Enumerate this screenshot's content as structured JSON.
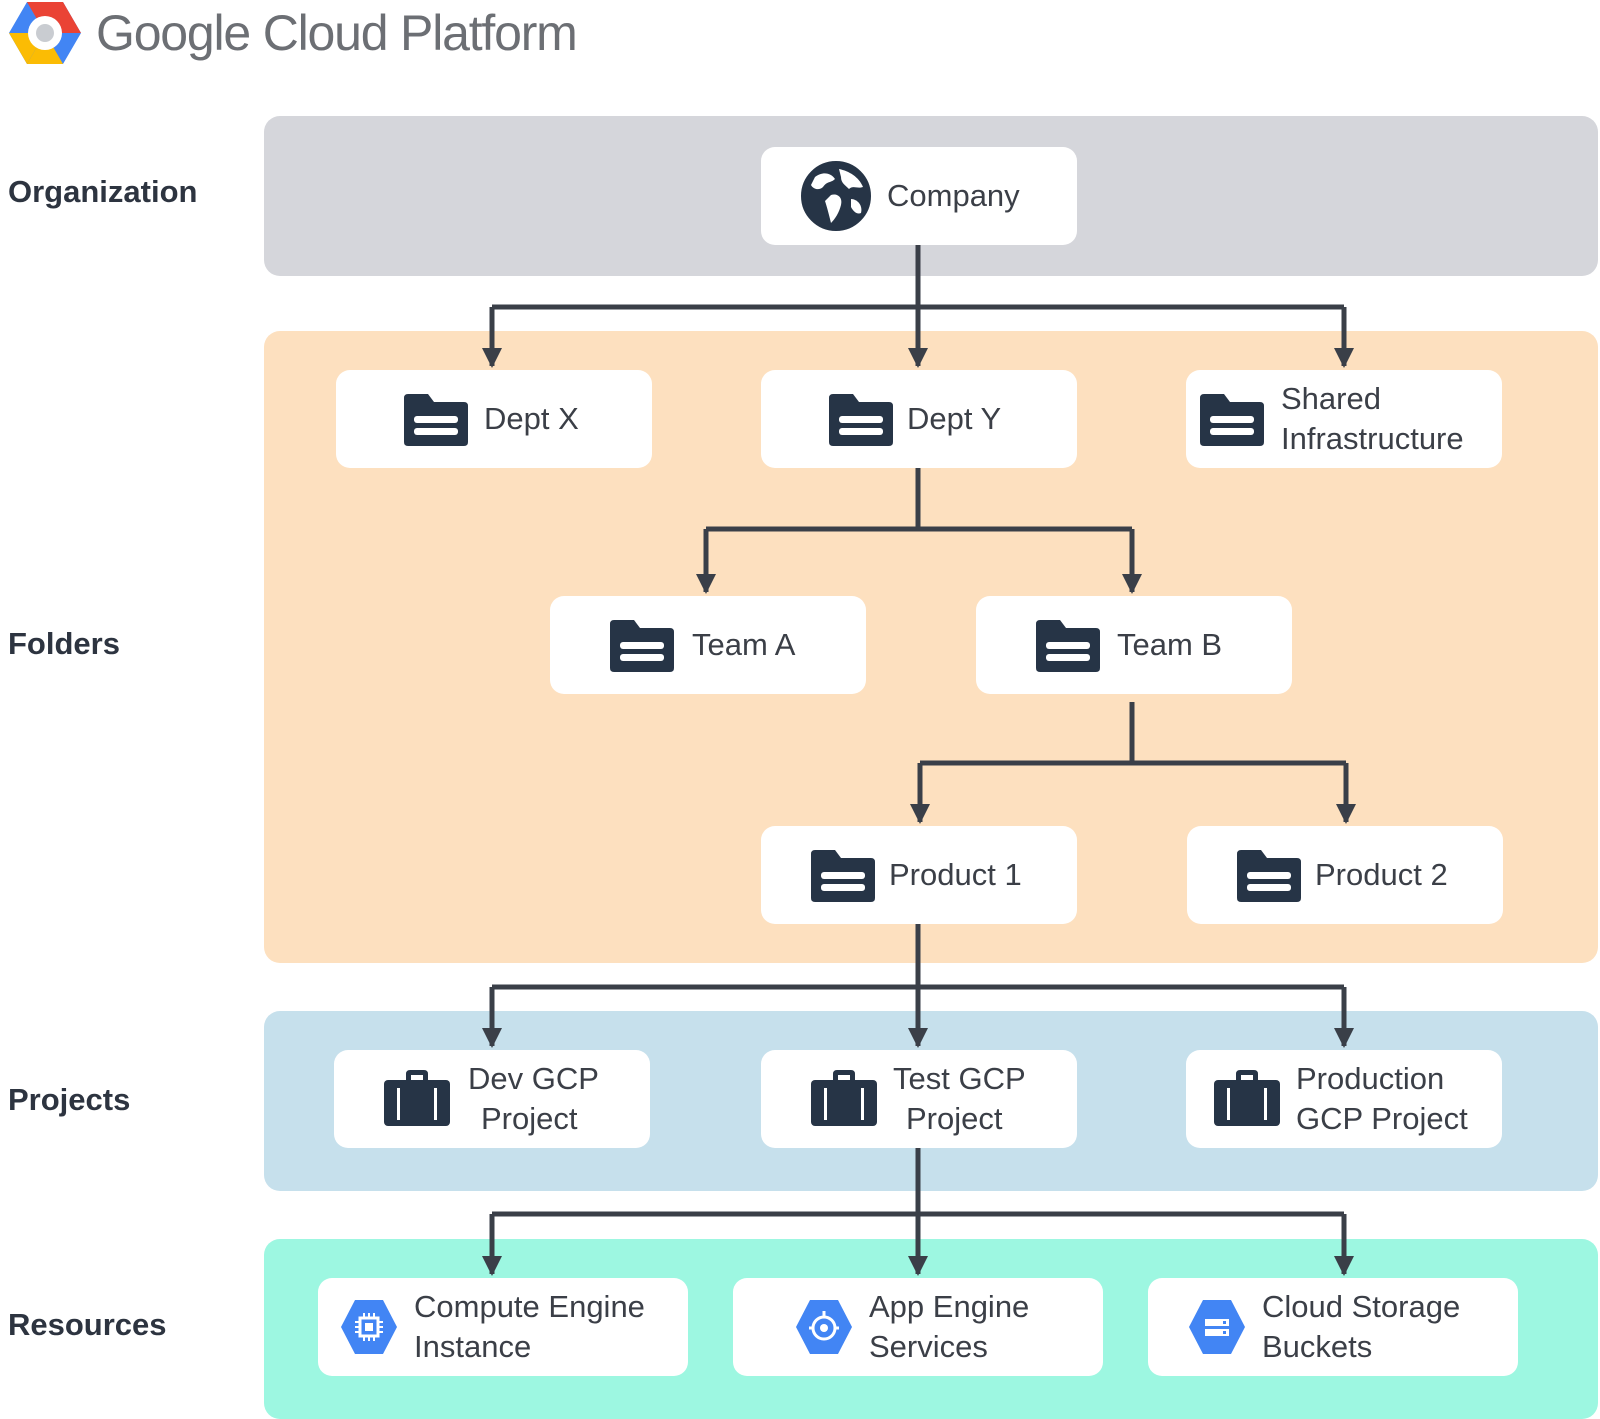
{
  "header": {
    "brand": "Google Cloud Platform",
    "logo_icon": "google-cloud-hexagon-logo",
    "logo_colors": [
      "#4285f4",
      "#ea4335",
      "#fbbc04",
      "#34a853"
    ]
  },
  "levels": {
    "organization": "Organization",
    "folders": "Folders",
    "projects": "Projects",
    "resources": "Resources"
  },
  "colors": {
    "organization_band": "#d5d6db",
    "folders_band": "#fde0bf",
    "projects_band": "#c6e0ec",
    "resources_band": "#9df7e1",
    "connector": "#3a3f48",
    "icon_dark": "#263446",
    "service_blue": "#4285f4"
  },
  "nodes": {
    "company": {
      "line1": "Company",
      "icon": "globe-icon"
    },
    "dept_x": {
      "line1": "Dept X",
      "icon": "folder-icon"
    },
    "dept_y": {
      "line1": "Dept Y",
      "icon": "folder-icon"
    },
    "shared": {
      "line1": "Shared",
      "line2": "Infrastructure",
      "icon": "folder-icon"
    },
    "team_a": {
      "line1": "Team A",
      "icon": "folder-icon"
    },
    "team_b": {
      "line1": "Team B",
      "icon": "folder-icon"
    },
    "product_1": {
      "line1": "Product 1",
      "icon": "folder-icon"
    },
    "product_2": {
      "line1": "Product 2",
      "icon": "folder-icon"
    },
    "dev": {
      "line1": "Dev GCP",
      "line2": "Project",
      "icon": "briefcase-icon"
    },
    "test": {
      "line1": "Test GCP",
      "line2": "Project",
      "icon": "briefcase-icon"
    },
    "prod": {
      "line1": "Production",
      "line2": "GCP Project",
      "icon": "briefcase-icon"
    },
    "compute": {
      "line1": "Compute Engine",
      "line2": "Instance",
      "icon": "compute-engine-icon"
    },
    "appengine": {
      "line1": "App Engine",
      "line2": "Services",
      "icon": "app-engine-icon"
    },
    "storage": {
      "line1": "Cloud Storage",
      "line2": "Buckets",
      "icon": "cloud-storage-icon"
    }
  },
  "edges": [
    [
      "company",
      "dept_x"
    ],
    [
      "company",
      "dept_y"
    ],
    [
      "company",
      "shared"
    ],
    [
      "dept_y",
      "team_a"
    ],
    [
      "dept_y",
      "team_b"
    ],
    [
      "team_b",
      "product_1"
    ],
    [
      "team_b",
      "product_2"
    ],
    [
      "product_1",
      "dev"
    ],
    [
      "product_1",
      "test"
    ],
    [
      "product_1",
      "prod"
    ],
    [
      "test",
      "compute"
    ],
    [
      "test",
      "appengine"
    ],
    [
      "test",
      "storage"
    ]
  ]
}
